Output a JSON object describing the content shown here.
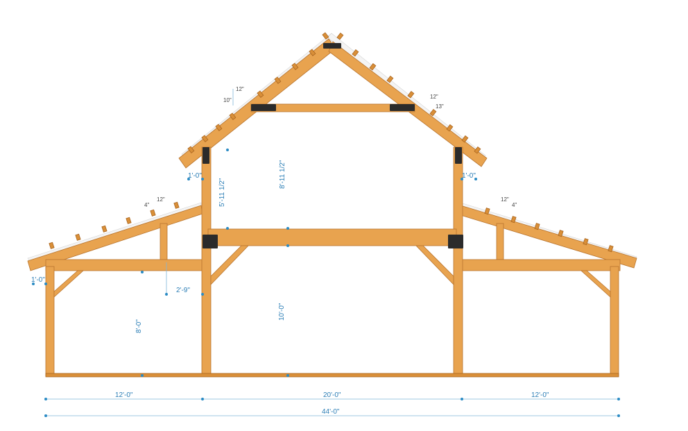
{
  "colors": {
    "timber": "#e8a34f",
    "timber_edge": "#b8742e",
    "bracket": "#2b2b2b",
    "dimension": "#2a7db5"
  },
  "dimensions": {
    "left_bay_width": "12'-0\"",
    "center_bay_width": "20'-0\"",
    "right_bay_width": "12'-0\"",
    "overall_width": "44'-0\"",
    "center_wall_height": "10'-0\"",
    "shed_wall_height": "8'-0\"",
    "upper_wall_height": "5'-11 1/2\"",
    "upper_loft_height": "8'-11 1/2\"",
    "shed_tie_drop": "2'-9\"",
    "left_shed_overhang": "1'-0\"",
    "left_main_overhang": "1'-0\"",
    "right_main_overhang": "1'-0\""
  },
  "pitches": {
    "main_left_run": "12\"",
    "main_left_rise": "10\"",
    "main_right_run": "12\"",
    "main_right_rise": "13\"",
    "shed_left_run": "12\"",
    "shed_left_rise": "4\"",
    "shed_right_run": "12\"",
    "shed_right_rise": "4\""
  }
}
